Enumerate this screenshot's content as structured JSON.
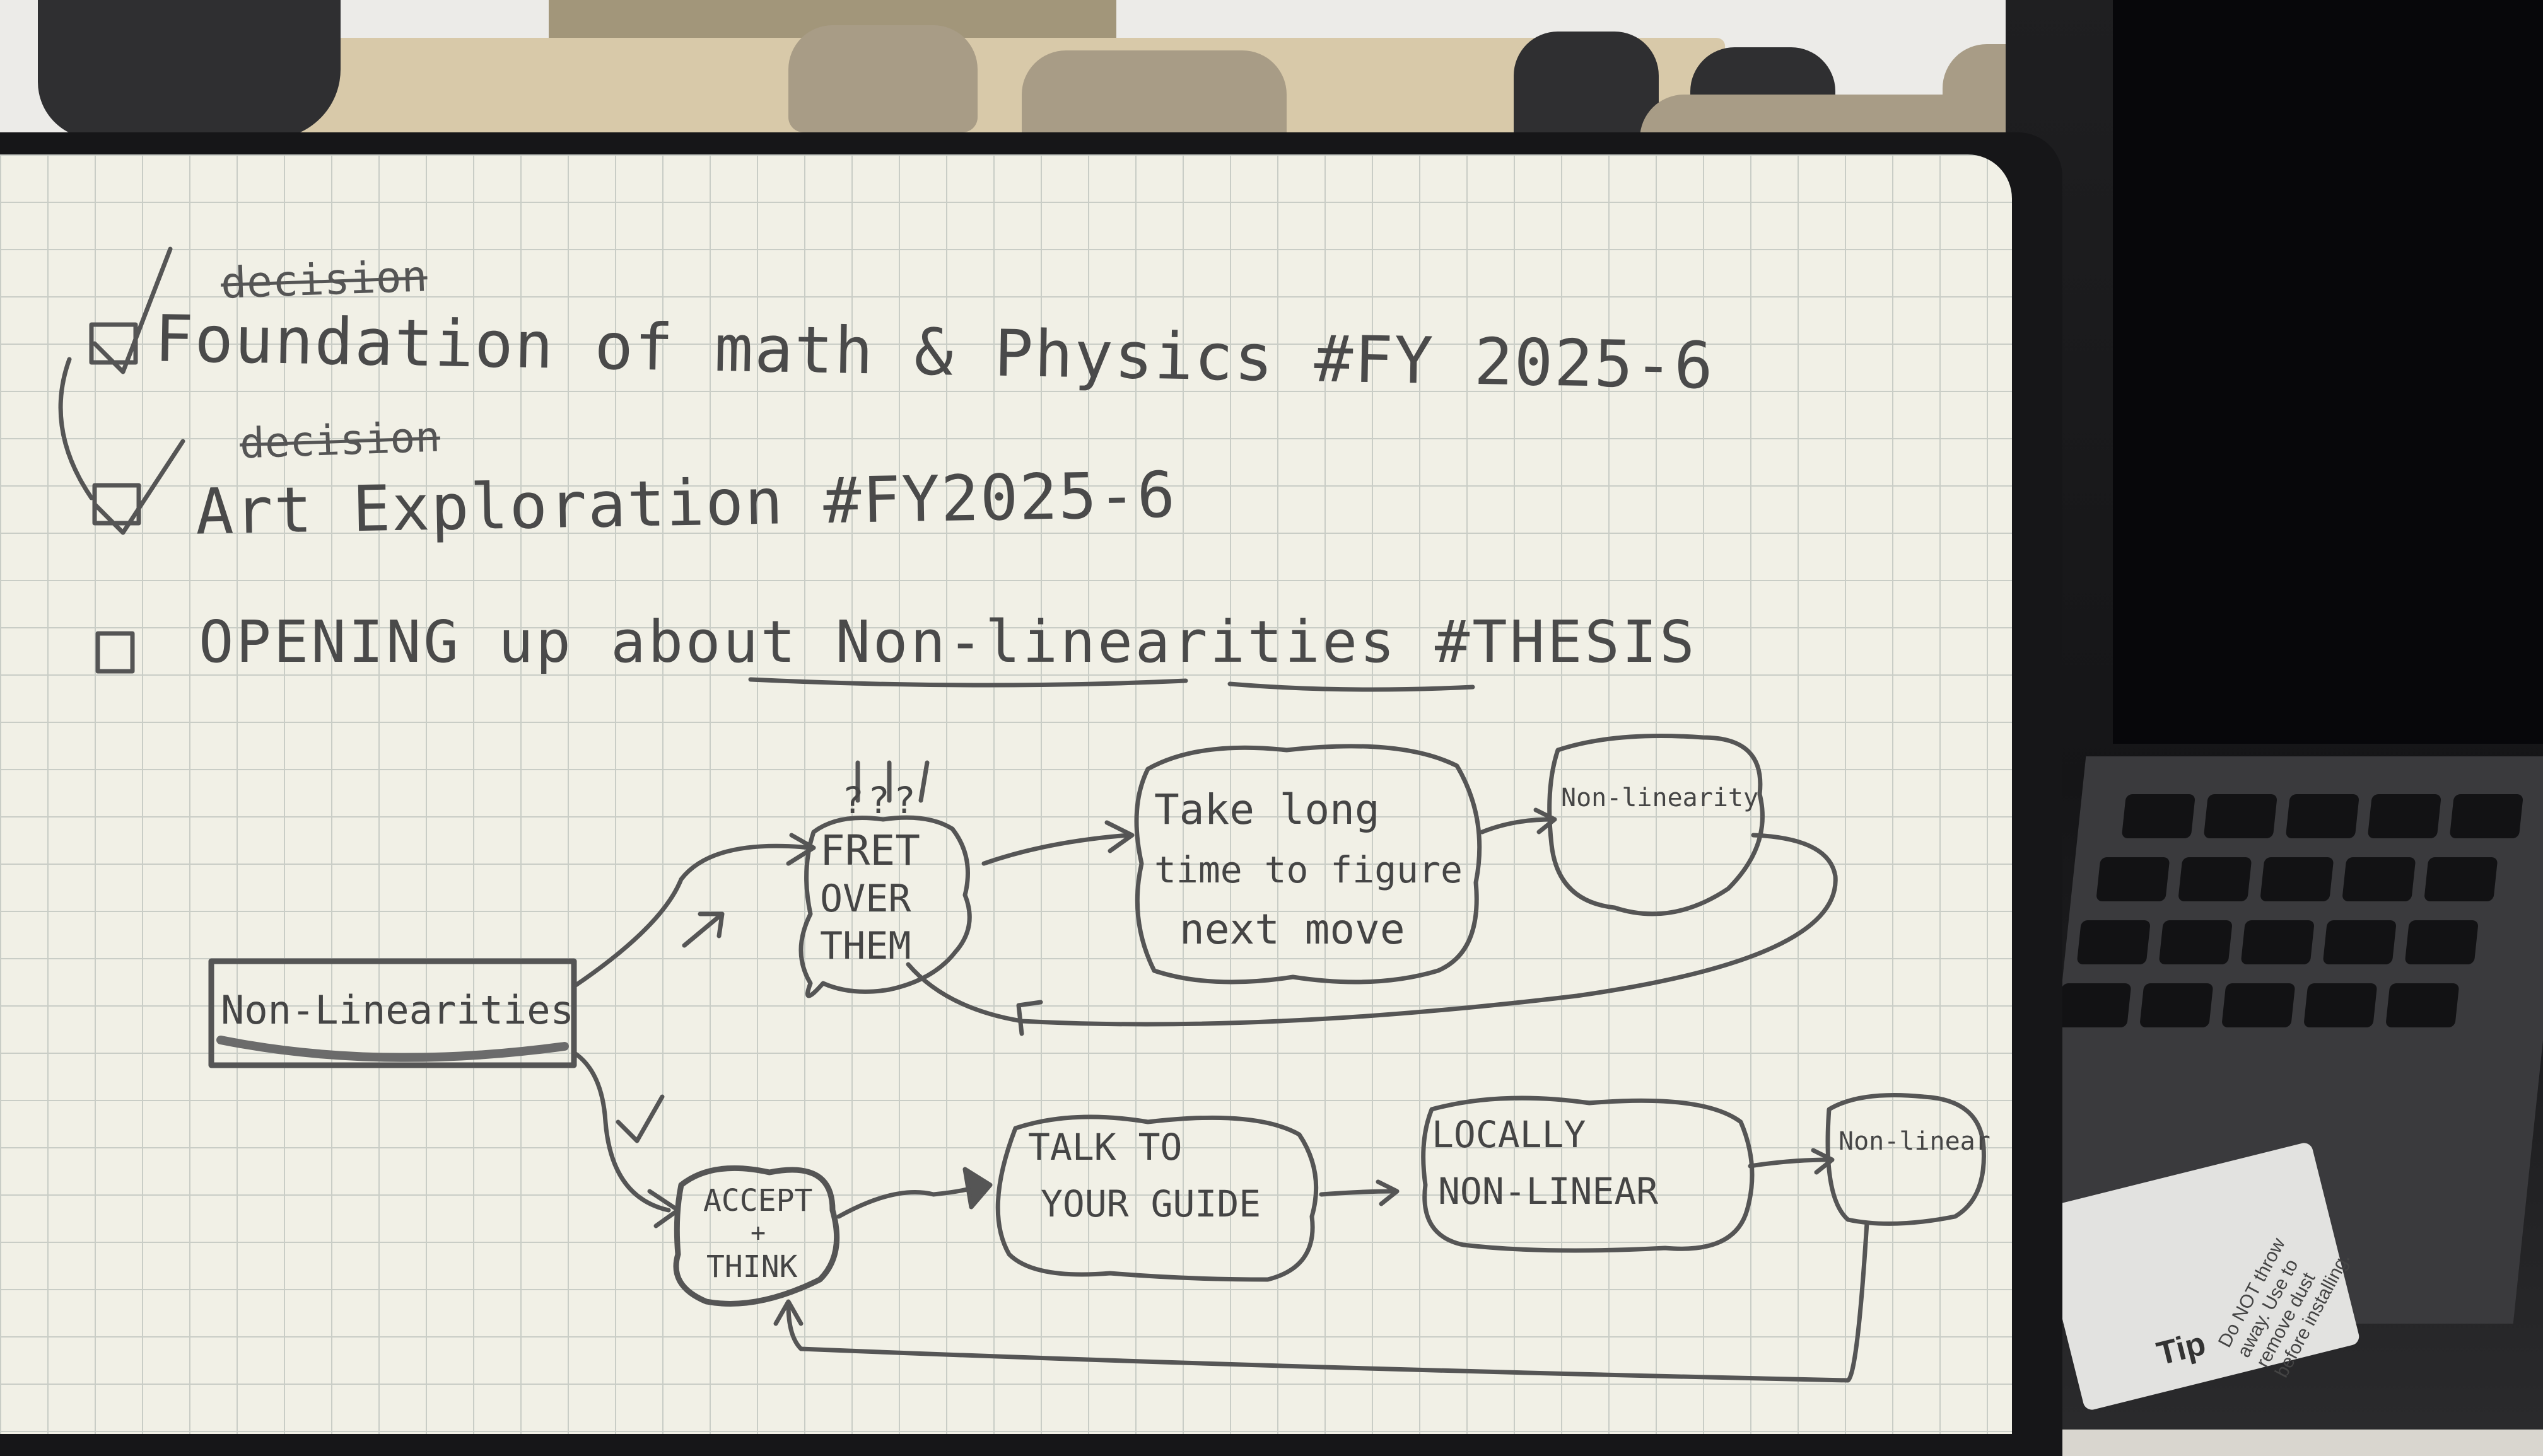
{
  "notebook": {
    "tasks": [
      {
        "text": "Foundation of math & Physics #FY 2025-6",
        "struck_word": "decision",
        "checked": true
      },
      {
        "text": "Art Exploration #FY2025-6",
        "struck_word": "decision",
        "checked": true
      },
      {
        "text": "OPENING up about Non-linearities #THESIS",
        "checked": false
      }
    ],
    "flowchart": {
      "start": "Non-Linearities",
      "top_path": {
        "marks": "???",
        "step1": [
          "FRET",
          "OVER",
          "THEM"
        ],
        "step2": [
          "Take long",
          "time to figure",
          "next move"
        ],
        "step3": "Non-linearity"
      },
      "bottom_path": {
        "step1": [
          "ACCEPT",
          "+",
          "THINK"
        ],
        "step2": [
          "TALK TO",
          "YOUR GUIDE"
        ],
        "step3": [
          "LOCALLY",
          "NON-LINEAR"
        ],
        "step4": "Non-linear"
      }
    }
  },
  "laptop_sticker": {
    "tip": "Tip",
    "note": "Do NOT throw away. Use to remove dust before installing."
  }
}
